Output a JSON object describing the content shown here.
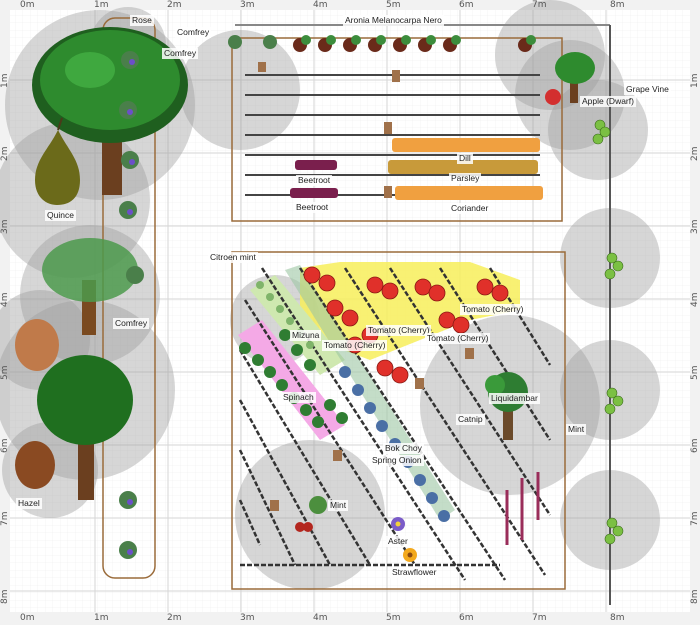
{
  "rulers": {
    "top": [
      "0m",
      "1m",
      "2m",
      "3m",
      "4m",
      "5m",
      "6m",
      "7m",
      "8m"
    ],
    "bottom": [
      "0m",
      "1m",
      "2m",
      "3m",
      "4m",
      "5m",
      "6m",
      "7m",
      "8m"
    ],
    "left": [
      "1m",
      "2m",
      "3m",
      "4m",
      "5m",
      "6m",
      "7m",
      "8m"
    ],
    "right": [
      "1m",
      "2m",
      "3m",
      "4m",
      "5m",
      "6m",
      "7m",
      "8m"
    ]
  },
  "labels": {
    "rose": "Rose",
    "comfrey_top": "Comfrey",
    "comfrey_top2": "Comfrey",
    "aronia": "Aronia Melanocarpa Nero",
    "grape_vine": "Grape Vine",
    "apple": "Apple (Dwarf)",
    "quince": "Quince",
    "dill": "Dill",
    "parsley": "Parsley",
    "coriander": "Coriander",
    "beetroot1": "Beetroot",
    "beetroot2": "Beetroot",
    "citroen_mint": "Citroen mint",
    "comfrey_mid": "Comfrey",
    "mizuna": "Mizuna",
    "tomato_cherry1": "Tomato (Cherry)",
    "tomato_cherry2": "Tomato (Cherry)",
    "tomato_cherry3": "Tomato (Cherry)",
    "tomato_cherry4": "Tomato (Cherry)",
    "spinach": "Spinach",
    "liquidambar": "Liquidambar",
    "catnip": "Catnip",
    "mint_right": "Mint",
    "bok_choy": "Bok Choy",
    "spring_onion": "Spring Onion",
    "mint_bottom": "Mint",
    "aster": "Aster",
    "strawflower": "Strawflower",
    "hazel": "Hazel"
  },
  "colors": {
    "grid_line": "#e4e4e4",
    "shadow": "#bdbdbd",
    "tree_green": "#2e8b2e",
    "tomato_zone": "#f7ef5a",
    "mizuna_zone": "#cfe8b0",
    "spinach_zone": "#f4a9e6",
    "carrot_orange": "#f0a040",
    "irrigation": "#333333"
  },
  "icons": {
    "trees": [
      "tree-icon",
      "pear-icon",
      "apple-icon",
      "nut-icon"
    ],
    "plants": [
      "grape-icon",
      "tomato-icon",
      "leaf-icon",
      "flower-icon"
    ]
  }
}
